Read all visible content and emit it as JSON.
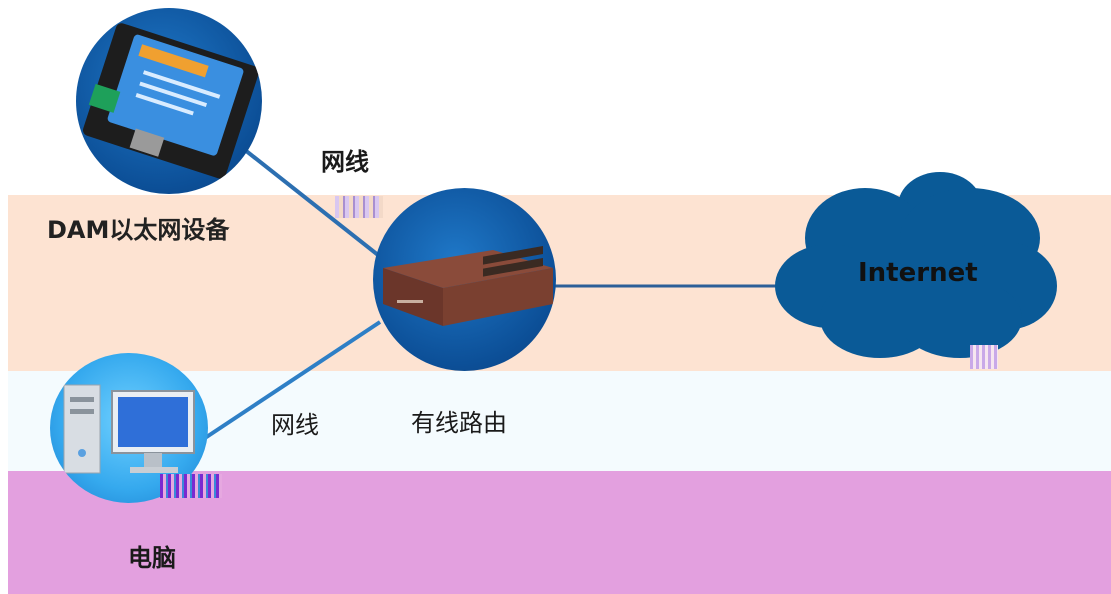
{
  "nodes": {
    "dam_device": {
      "label": "DAM以太网设备"
    },
    "router": {
      "label": "有线路由"
    },
    "computer": {
      "label": "电脑"
    },
    "internet": {
      "label": "Internet"
    }
  },
  "links": [
    {
      "from": "dam_device",
      "to": "router",
      "label": "网线"
    },
    {
      "from": "computer",
      "to": "router",
      "label": "网线"
    },
    {
      "from": "router",
      "to": "internet",
      "label": ""
    }
  ],
  "colors": {
    "node_blue": "#0c4f97",
    "pc_blue": "#35a9ee",
    "cloud_blue": "#0a5a97",
    "band_peach": "#fde3d2",
    "band_pink": "#e3a0df"
  }
}
